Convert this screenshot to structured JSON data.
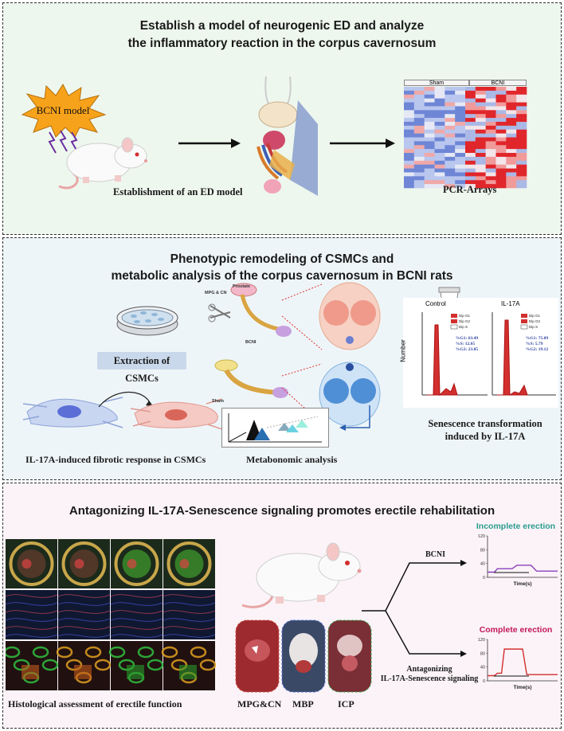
{
  "panel1": {
    "title_line1": "Establish a model of neurogenic ED and analyze",
    "title_line2": "the inflammatory reaction in the corpus cavernosum",
    "badge": "BCNI model",
    "caption_left": "Establishment of an ED model",
    "caption_right": "PCR-Arrays",
    "heatmap_labels": {
      "sham": "Sham",
      "bcni": "BCNI"
    }
  },
  "panel2": {
    "title_line1": "Phenotypic remodeling of CSMCs and",
    "title_line2": "metabolic analysis of the corpus cavernosum in BCNI rats",
    "extraction_label": "Extraction of CSMCs",
    "caption_fibrotic": "IL-17A-induced fibrotic response in CSMCs",
    "caption_metabonomic": "Metabonomic analysis",
    "caption_senescence_line1": "Senescence transformation",
    "caption_senescence_line2": "induced by IL-17A",
    "anatomy_labels": {
      "prostate": "Prostate",
      "mpg_cn": "MPG & CN",
      "bcni": "BCNI",
      "sham": "Sham"
    },
    "flow": {
      "control_title": "Control",
      "il17a_title": "IL-17A",
      "ylabel": "Number",
      "control_stats": [
        "%G1: 63.49",
        "%S: 12.65",
        "%G2: 23.85"
      ],
      "il17a_stats": [
        "%G1: 75.09",
        "%S: 5.79",
        "%G2: 19.12"
      ],
      "legend": [
        "Dip G1",
        "Dip G2",
        "Dip S"
      ]
    }
  },
  "panel3": {
    "title": "Antagonizing IL-17A-Senescence signaling promotes erectile rehabilitation",
    "caption_histology": "Histological assessment of erectile function",
    "photo_labels": [
      "MPG&CN",
      "MBP",
      "ICP"
    ],
    "branch_top": "BCNI",
    "branch_bottom_line1": "Antagonizing",
    "branch_bottom_line2": "IL-17A-Senescence signaling",
    "incomplete": {
      "title": "Incomplete erection",
      "xlabel": "Time(s)",
      "yticks": [
        "120",
        "80",
        "40",
        "0"
      ],
      "color": "#2a9d8f",
      "line_color": "#8a3fbf"
    },
    "complete": {
      "title": "Complete erection",
      "xlabel": "Time(s)",
      "yticks": [
        "120",
        "80",
        "40",
        "0"
      ],
      "color": "#c2185b",
      "line_color": "#d32f2f"
    }
  }
}
